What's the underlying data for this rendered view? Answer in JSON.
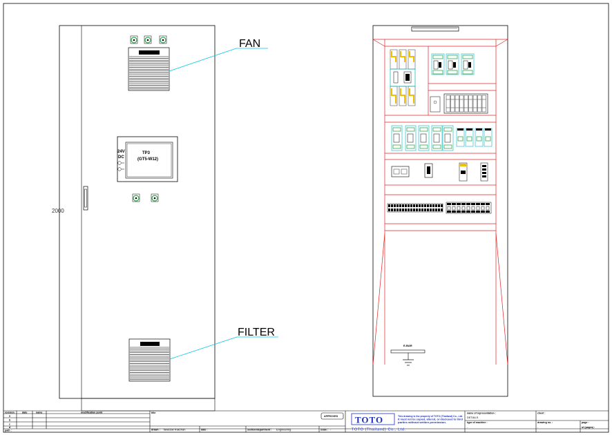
{
  "labels": {
    "fan": "FAN",
    "filter": "FILTER",
    "dimension": "2000",
    "hmi_title": "TP3",
    "hmi_model": "(GT5-W12)",
    "hmi_power": "24V",
    "hmi_power_type": "DC",
    "earth_bar": "E-BAR"
  },
  "title_block": {
    "revision_head": "revision",
    "date_head": "date",
    "name_head": "name",
    "modification_head": "modification point",
    "path_label": "path :",
    "title_label": "title",
    "drawn_label": "drawn :",
    "drawn_value": "Tawesak Rakchan",
    "date_label": "date :",
    "section_label": "section/department :",
    "section_value": "Engineering",
    "scale_label": "scale :",
    "scale_value": "-",
    "approved_stamp": "APPROVED",
    "logo": "TOTO",
    "company": "TOTO (Thailand) Co., Ltd.",
    "confidential_note": "This drawing is the property of TOTO (Thailand) Co., Ltd. It must not be copied, altered, or disclosed to third parties without written permission.",
    "drawing_name_label": "name of representation :",
    "drawing_name_value": "DETAILS",
    "machine_label": "type of machine :",
    "machine_value": "-",
    "client_label": "client :",
    "drawing_no_label": "drawing no. :",
    "drawing_no_value": "-",
    "page_label": "page :",
    "sheets_label": "of (pages) :",
    "revision_rows": [
      "a",
      "b",
      "c",
      "d"
    ]
  },
  "colors": {
    "line": "#000000",
    "leader": "#00c8e6",
    "panel_red": "#e02020",
    "component": "#00b4c8",
    "breaker_yellow": "#f0c000",
    "relay_green": "#2fa84f",
    "brand_blue": "#1d2fbf"
  }
}
